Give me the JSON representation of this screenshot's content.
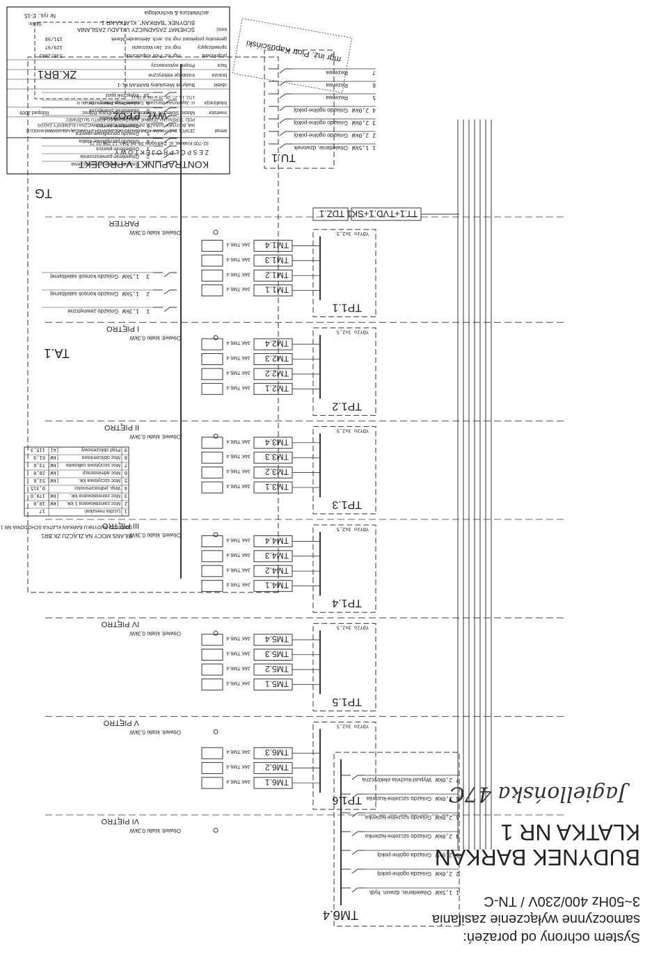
{
  "title": {
    "line1": "System ochrony od porażeń:",
    "line2": "samoczynne wyłączenie zasilania",
    "line3": "3~50Hz 400/230V / TN-C"
  },
  "building": {
    "name": "BUDYNEK BARKAN",
    "section": "KLATKA NR 1",
    "handwritten": "Jagiellońska 47C"
  },
  "floors": [
    "PARTER",
    "I PIĘTRO",
    "II PIĘTRO",
    "III PIĘTRO",
    "IV PIĘTRO",
    "V PIĘTRO",
    "VI PIĘTRO"
  ],
  "floor_panels": [
    "TP1.1",
    "TP1.2",
    "TP1.3",
    "TP1.4",
    "TP1.5",
    "TP1.6"
  ],
  "apartment_boxes": [
    [
      "TM1.1",
      "TM1.2",
      "TM1.3",
      "TM1.4"
    ],
    [
      "TM2.1",
      "TM2.2",
      "TM2.3",
      "TM2.4"
    ],
    [
      "TM3.1",
      "TM3.2",
      "TM3.3",
      "TM3.4"
    ],
    [
      "TM4.1",
      "TM4.2",
      "TM4.3",
      "TM4.4"
    ],
    [
      "TM5.1",
      "TM5.2",
      "TM5.3",
      "TM5.4"
    ],
    [
      "TM6.1",
      "TM6.2",
      "TM6.3"
    ]
  ],
  "panels": {
    "tg": "TG",
    "ta": "TA.1",
    "tu": "TU.1",
    "tdz": "TDZ.1",
    "tt": "TT.1+TVD.1+SK1",
    "tm64": "TM6.4",
    "zk": "ZK.BR1",
    "wyp": "WYŁ. P.POŻ."
  },
  "tm_label": "JAK TM6.4",
  "riser_cable": "YDYżo 3x2,5",
  "stair_lighting": "Oświetl. klatki 0,3kW",
  "tu_circuits": [
    {
      "no": "1",
      "p": "1,5kW",
      "name": "Oświetlenie, dzwonek"
    },
    {
      "no": "2",
      "p": "2,0kW",
      "name": "Gniazdo ogólne-pokój"
    },
    {
      "no": "3",
      "p": "2,0kW",
      "name": "Gniazdo ogólne-pokój"
    },
    {
      "no": "4",
      "p": "2,0kW",
      "name": "Gniazdo ogólne-pokój"
    },
    {
      "no": "5",
      "p": "",
      "name": "Rezerwa"
    },
    {
      "no": "6",
      "p": "",
      "name": "Rezerwa"
    },
    {
      "no": "7",
      "p": "",
      "name": "Rezerwa"
    }
  ],
  "tm64_circuits": [
    {
      "no": "1",
      "p": "1,5kW",
      "name": "Oświetlenie, dzwon. hydr."
    },
    {
      "no": "2",
      "p": "2,0kW",
      "name": "Gniazda ogólne-pokój"
    },
    {
      "no": "3",
      "p": "2,0kW",
      "name": "Gniazda ogólne-pokój"
    },
    {
      "no": "4",
      "p": "2,0kW",
      "name": "Gniazdo szczelne-łazienka"
    },
    {
      "no": "5",
      "p": "2,0kW",
      "name": "Gniazdo szczelne-łazienka"
    },
    {
      "no": "6",
      "p": "2,0kW",
      "name": "Gniazdo szczelne-kuchnia"
    },
    {
      "no": "7",
      "p": "2,0kW",
      "name": "Wypust-kuchnia elektryczna"
    }
  ],
  "tg_circuits": [
    {
      "no": "1",
      "name": "Gniazdo ogólne-pomieszczenia"
    },
    {
      "no": "2",
      "name": "Oświetlenie-pomieszczenia"
    },
    {
      "no": "3",
      "name": "Oświetlenie-piwnica"
    },
    {
      "no": "4",
      "name": "Gniazdo porządkowe-klatka"
    },
    {
      "no": "5",
      "name": "Gniazdo porządkowe-piwnica"
    },
    {
      "no": "6",
      "name": "Oświetlenie-piwnica"
    },
    {
      "no": "7",
      "name": "Oświetlenie-klatka"
    },
    {
      "no": "8",
      "name": "oświetlenie zewnętrzne"
    },
    {
      "no": "9",
      "name": "oświetlenie zewnętrzne"
    },
    {
      "no": "10",
      "name": "Wyłącznik ppoż"
    }
  ],
  "ta_circuits": [
    {
      "no": "1",
      "p": "1,3kW",
      "name": "Gniazdo zewnętrzne"
    },
    {
      "no": "2",
      "p": "1,5kW",
      "name": "Gniazdo konsoli satelitarnej"
    },
    {
      "no": "3",
      "p": "1,5kW",
      "name": "Gniazdo konsoli satelitarnej"
    }
  ],
  "power_table": {
    "header": "BILANS MOCY NA ZŁĄCZU ZK.BR1",
    "subheader": "DOTYCZY BUDYNKU BARKAN KLATKA SCHODOWA NR 1",
    "rows": [
      {
        "no": "1",
        "name": "Liczba mieszkań",
        "unit": "",
        "value": "17"
      },
      {
        "no": "2",
        "name": "Moc zainstalowana 1 lok.",
        "unit": "[kW]",
        "value": "10,0"
      },
      {
        "no": "3",
        "name": "Moc zainstalowana lok.",
        "unit": "[kW]",
        "value": "170,0"
      },
      {
        "no": "4",
        "name": "Wsp. jednoczesności",
        "unit": "",
        "value": "0,315"
      },
      {
        "no": "5",
        "name": "Moc szczytowa lok.",
        "unit": "[kW]",
        "value": "53,6"
      },
      {
        "no": "6",
        "name": "Moc administracji",
        "unit": "[kW]",
        "value": "20,0"
      },
      {
        "no": "7",
        "name": "Moc szczytowa całkowita",
        "unit": "[kW]",
        "value": "73,6"
      },
      {
        "no": "8",
        "name": "Moc obliczeniowa",
        "unit": "[kW]",
        "value": "61,9"
      },
      {
        "no": "9",
        "name": "Prąd obliczeniowy",
        "unit": "[A]",
        "value": "115,3"
      }
    ]
  },
  "title_block": {
    "firm": "KONTRAPUNKT V-PROJEKT",
    "firm_sub": "architektura & technologia",
    "studio": "Z E S P Ó Ł   P R O J E K T O W Y",
    "address": "32-700 Kraków, ul. Zadrogów 39; tel./faks 12 298 02 71",
    "topic_label": "temat",
    "topic": "ZESPÓŁ BUDYNKÓW KOMUNALNO-SOCJALNYCH Z FUNKCJĄ USŁUGOWO-HANDLOWĄ, BUDYNEK GARAŻU, INFRASTRUKTURA TECHNICZNA I ELEMENTY ZAGOSPOD. TERENU NA TERENIE ZABYTKOWEGO FORTU SŁUŻEWIEC",
    "investor_label": "inwestor",
    "investor": "Miasto Stołeczne Warszawa Dzielnica Praga Północ",
    "location_label": "lokalizacja",
    "location": "ul. Jagiellońska Warszawa, Dzielnica Praga Północ — Działki nr 17/2, 15, 27, 28, 29 w obr. 4-18-11",
    "object_label": "obiekt",
    "object": "Budynek Mieszkalny BARKAN KL-1",
    "branch_label": "branża",
    "branch": "Instalacje elektryczne",
    "phase_label": "faza",
    "phase": "Projekt wykonawczy",
    "roles": [
      {
        "role": "projektował",
        "name": "mgr inż. Piotr Kapuściński",
        "lic": "338/2005"
      },
      {
        "role": "sprawdzający",
        "name": "mgr inż. Jan Wocnacki",
        "lic": "129/97"
      },
      {
        "role": "generalny projektant",
        "name": "mgr inż. arch. Aleksander Marek",
        "lic": "151/98"
      }
    ],
    "content_label": "treść",
    "content": "SCHEMAT ZASADNICZY UKŁADU ZASILANIA",
    "content2": "BUDYNEK \"BARKAN\", KLATKA NR 1",
    "date": "listopad 2009",
    "drawing_no": "Nr rys.: E-15",
    "scale_label": "Skala:"
  },
  "stamp": "mgr inż. Piotr Kapuściński"
}
